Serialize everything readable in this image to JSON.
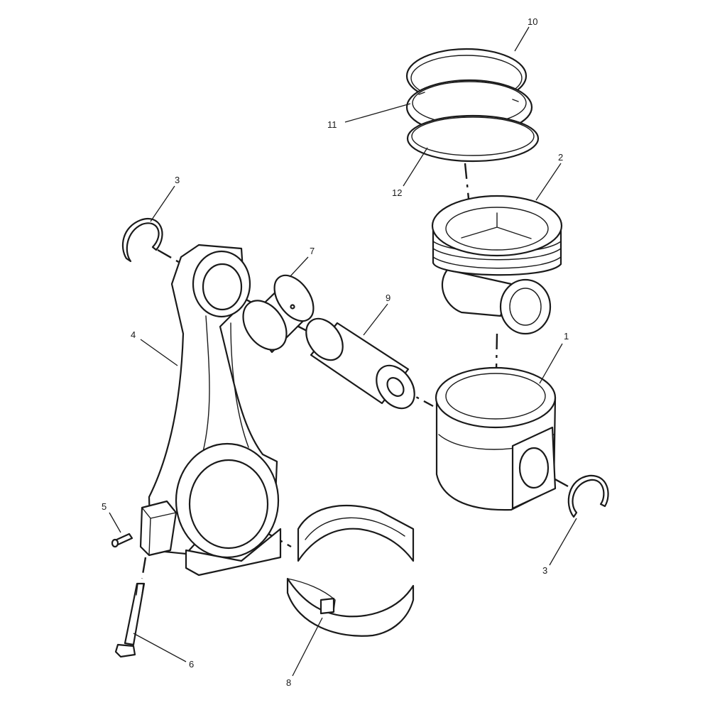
{
  "diagram": {
    "callouts": [
      {
        "id": "callout-1",
        "label": "1"
      },
      {
        "id": "callout-2",
        "label": "2"
      },
      {
        "id": "callout-3a",
        "label": "3"
      },
      {
        "id": "callout-3b",
        "label": "3"
      },
      {
        "id": "callout-4",
        "label": "4"
      },
      {
        "id": "callout-5",
        "label": "5"
      },
      {
        "id": "callout-6",
        "label": "6"
      },
      {
        "id": "callout-7",
        "label": "7"
      },
      {
        "id": "callout-8",
        "label": "8"
      },
      {
        "id": "callout-9",
        "label": "9"
      },
      {
        "id": "callout-10",
        "label": "10"
      },
      {
        "id": "callout-11",
        "label": "11"
      },
      {
        "id": "callout-12",
        "label": "12"
      }
    ],
    "colors": {
      "ink": "#1a1a1a",
      "paper": "#ffffff"
    }
  }
}
